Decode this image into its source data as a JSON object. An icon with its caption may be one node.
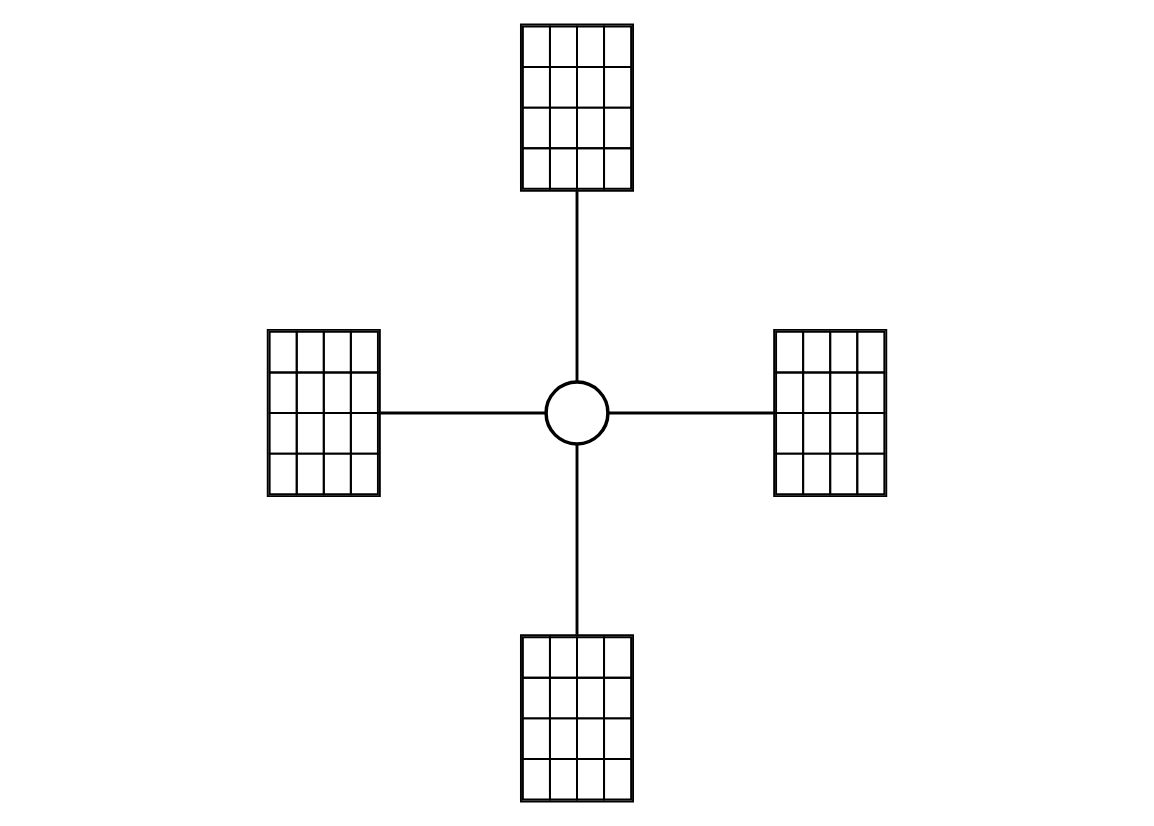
{
  "diagram": {
    "nodes": [
      {
        "text": [],
        "shape": "box"
      },
      {
        "text": [],
        "shape": "box"
      },
      {
        "text": [],
        "shape": "circle"
      },
      {
        "text": [],
        "shape": "box"
      },
      {
        "text": [],
        "shape": "box"
      }
    ],
    "edges": [
      {
        "from": 2,
        "to": 0,
        "arrow": "none"
      },
      {
        "from": 1,
        "to": 2,
        "arrow": "none"
      },
      {
        "from": 2,
        "to": 3,
        "arrow": "none"
      },
      {
        "from": 2,
        "to": 4,
        "arrow": "none"
      }
    ]
  }
}
